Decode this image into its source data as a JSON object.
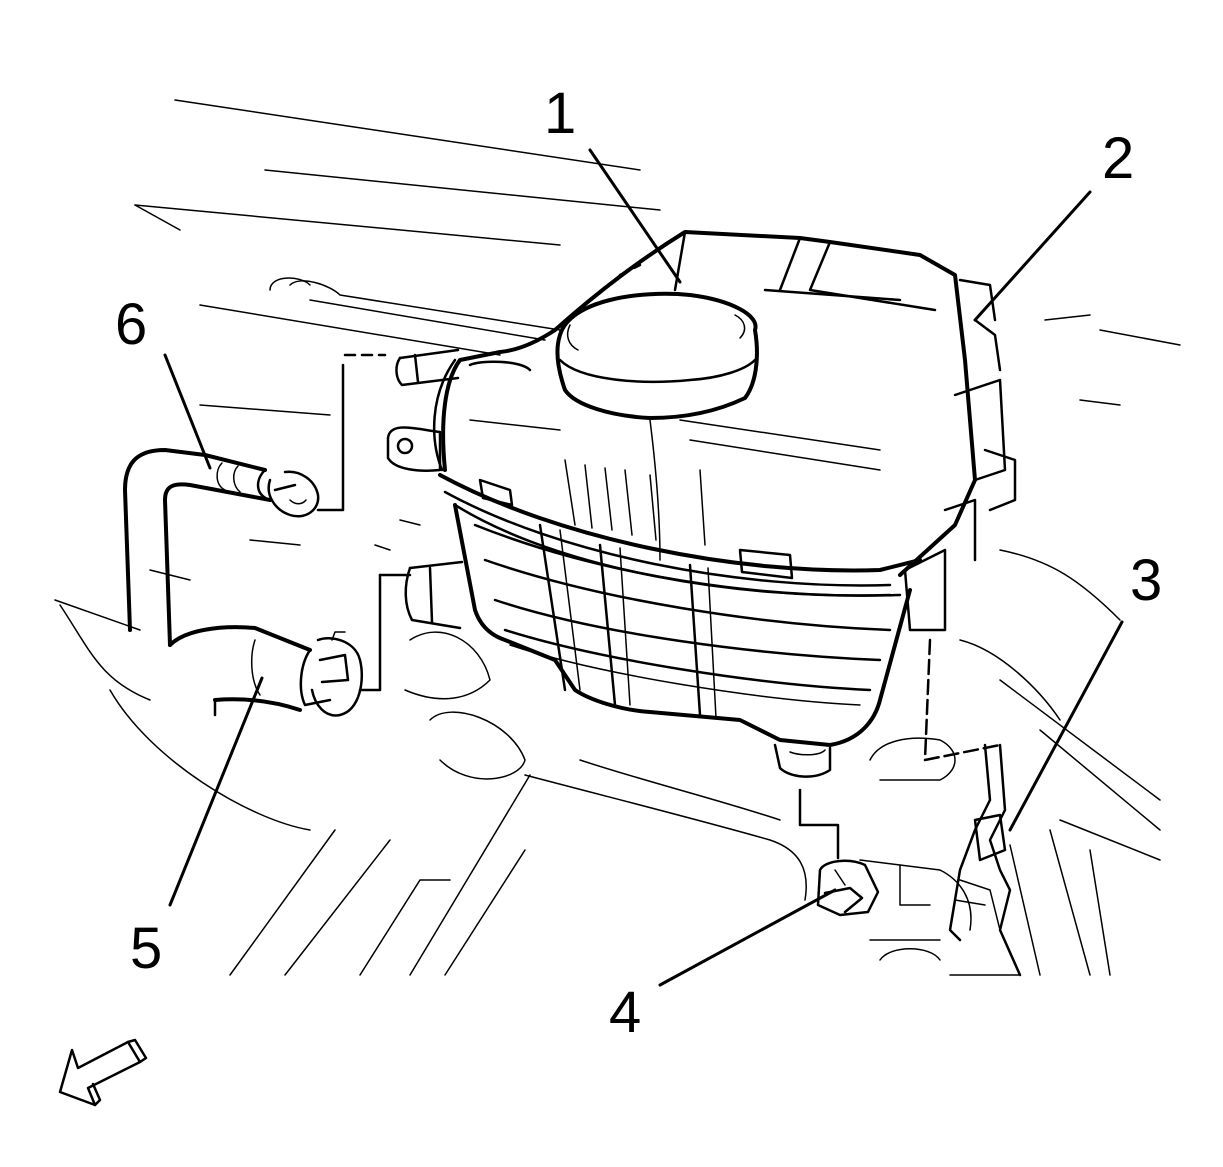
{
  "callouts": [
    {
      "id": "1",
      "text": "1"
    },
    {
      "id": "2",
      "text": "2"
    },
    {
      "id": "3",
      "text": "3"
    },
    {
      "id": "4",
      "text": "4"
    },
    {
      "id": "5",
      "text": "5"
    },
    {
      "id": "6",
      "text": "6"
    }
  ],
  "icons": {
    "direction_arrow": "front-direction-arrow-icon"
  }
}
